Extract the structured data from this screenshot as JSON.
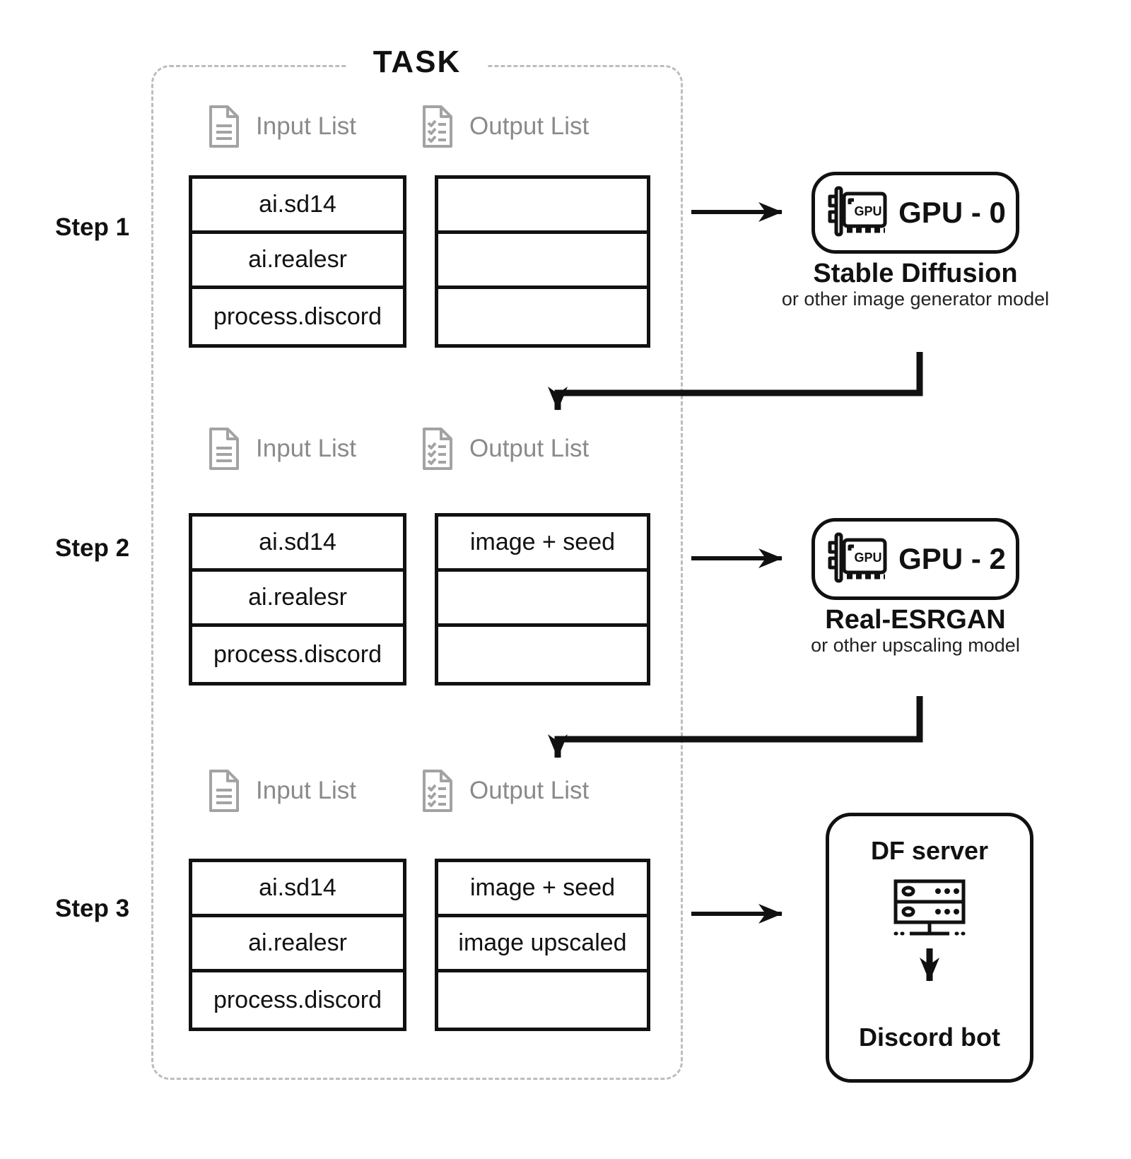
{
  "title": "TASK",
  "colors": {
    "line": "#111111",
    "muted_label": "#8a8a8a",
    "icon_gray": "#a3a3a3",
    "dashed_border": "#bdbdbd",
    "subtitle_text": "#222222"
  },
  "icons": {
    "input": "document-icon",
    "output": "checklist-icon",
    "gpu": "gpu-card-icon",
    "server": "server-rack-icon"
  },
  "steps": [
    {
      "label": "Step 1",
      "input": {
        "label": "Input List",
        "rows": [
          "ai.sd14",
          "ai.realesr",
          "process.discord"
        ]
      },
      "output": {
        "label": "Output List",
        "rows": [
          "",
          "",
          ""
        ]
      },
      "target": {
        "type": "gpu",
        "box_label": "GPU - 0",
        "icon_text": "GPU",
        "title": "Stable Diffusion",
        "subtitle": "or other image generator model"
      }
    },
    {
      "label": "Step 2",
      "input": {
        "label": "Input List",
        "rows": [
          "ai.sd14",
          "ai.realesr",
          "process.discord"
        ]
      },
      "output": {
        "label": "Output List",
        "rows": [
          "image + seed",
          "",
          ""
        ]
      },
      "target": {
        "type": "gpu",
        "box_label": "GPU - 2",
        "icon_text": "GPU",
        "title": "Real-ESRGAN",
        "subtitle": "or other upscaling model"
      }
    },
    {
      "label": "Step 3",
      "input": {
        "label": "Input List",
        "rows": [
          "ai.sd14",
          "ai.realesr",
          "process.discord"
        ]
      },
      "output": {
        "label": "Output List",
        "rows": [
          "image + seed",
          "image upscaled",
          ""
        ]
      },
      "target": {
        "type": "server",
        "title": "DF server",
        "bottom_label": "Discord bot"
      }
    }
  ]
}
